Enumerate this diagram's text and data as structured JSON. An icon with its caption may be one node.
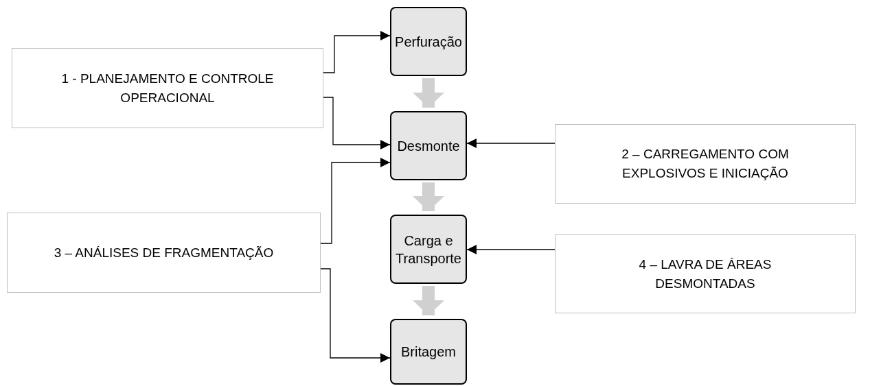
{
  "diagram": {
    "nodes": [
      {
        "text": [
          "Perfuração"
        ]
      },
      {
        "text": [
          "1 - PLANEJAMENTO E CONTROLE OPERACIONAL"
        ]
      },
      {
        "text": [
          "Desmonte"
        ]
      },
      {
        "text": [
          "2 – CARREGAMENTO COM EXPLOSIVOS E INICIAÇÃO"
        ]
      },
      {
        "text": [
          "Carga e Transporte"
        ]
      },
      {
        "text": [
          "3 – ANÁLISES DE FRAGMENTAÇÃO"
        ]
      },
      {
        "text": [
          "4 – LAVRA DE ÁREAS DESMONTADAS"
        ]
      },
      {
        "text": [
          "Britagem"
        ]
      }
    ],
    "edges": [
      {
        "from": 1,
        "to": 0,
        "arrow": "to"
      },
      {
        "from": 1,
        "to": 2,
        "arrow": "to"
      },
      {
        "from": 5,
        "to": 2,
        "arrow": "to"
      },
      {
        "from": 5,
        "to": 7,
        "arrow": "to"
      },
      {
        "from": 3,
        "to": 2,
        "arrow": "to"
      },
      {
        "from": 6,
        "to": 4,
        "arrow": "to"
      },
      {
        "from": 0,
        "to": 2,
        "arrow": "to",
        "style": "thick",
        "color": "#d0d0d0"
      },
      {
        "from": 2,
        "to": 4,
        "arrow": "to",
        "style": "thick",
        "color": "#d0d0d0"
      },
      {
        "from": 4,
        "to": 7,
        "arrow": "to",
        "style": "thick",
        "color": "#d0d0d0"
      }
    ]
  }
}
